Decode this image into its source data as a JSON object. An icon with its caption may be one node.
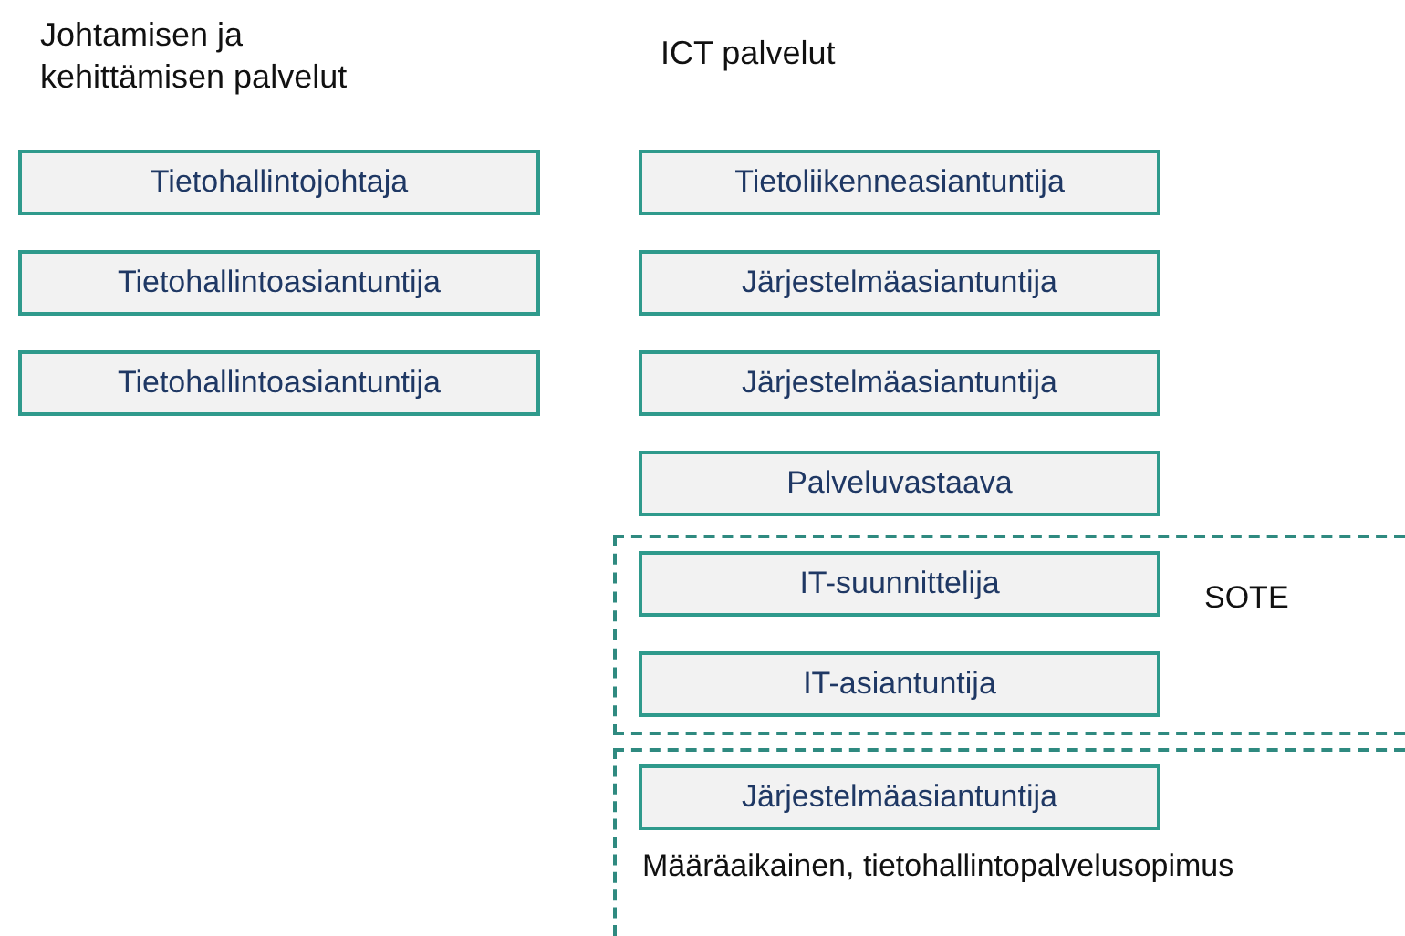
{
  "diagram": {
    "nodes": [
      {
        "text": [
          "Tietohallintojohtaja"
        ]
      },
      {
        "text": [
          "Tietohallintoasiantuntija"
        ]
      },
      {
        "text": [
          "Tietohallintoasiantuntija"
        ]
      },
      {
        "text": [
          "Tietoliikenneasiantuntija"
        ]
      },
      {
        "text": [
          "Järjestelmäasiantuntija"
        ]
      },
      {
        "text": [
          "Järjestelmäasiantuntija"
        ]
      },
      {
        "text": [
          "Palveluvastaava"
        ]
      },
      {
        "text": [
          "SOTE"
        ]
      },
      {
        "text": [
          "IT-suunnittelija"
        ],
        "in": 7
      },
      {
        "text": [
          "IT-asiantuntija"
        ],
        "in": 7
      },
      {
        "text": [
          "Määräaikainen, tietohallintopalvelusopimus"
        ]
      },
      {
        "text": [
          "Järjestelmäasiantuntija"
        ],
        "in": 10
      }
    ],
    "labels": [
      "Johtamisen ja kehittämisen palvelut",
      "ICT palvelut"
    ]
  }
}
